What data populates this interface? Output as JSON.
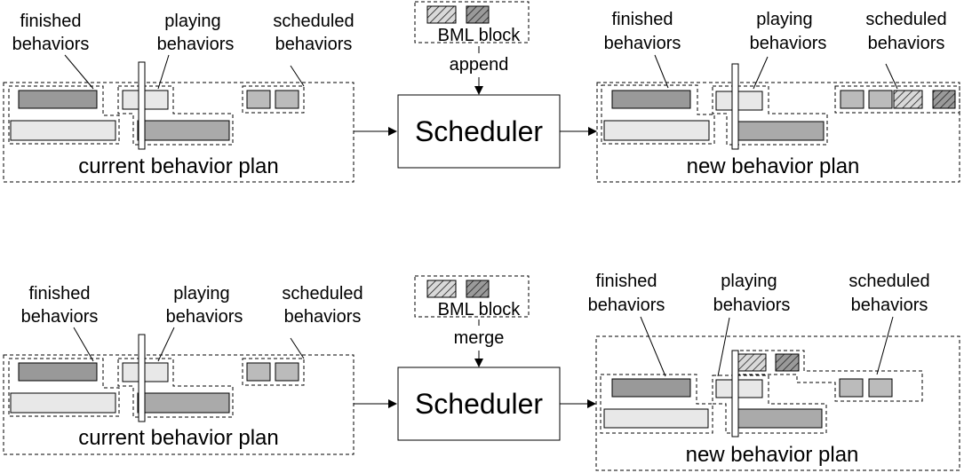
{
  "labels": {
    "finished": [
      "finished",
      "behaviors"
    ],
    "playing": [
      "playing",
      "behaviors"
    ],
    "scheduled": [
      "scheduled",
      "behaviors"
    ],
    "current_plan": "current behavior plan",
    "new_plan": "new behavior plan",
    "bml_block": "BML block",
    "scheduler": "Scheduler"
  },
  "rows": [
    {
      "id": "append",
      "operation": "append"
    },
    {
      "id": "merge",
      "operation": "merge"
    }
  ],
  "colors": {
    "finished_bar": "#999999",
    "playing_bar": "#aaaaaa",
    "light_bar": "#e8e8e8",
    "scheduled_block": "#bbbbbb",
    "hatch_light": "#d9d9d9",
    "hatch_dark": "#9a9a9a",
    "stroke": "#000000"
  }
}
